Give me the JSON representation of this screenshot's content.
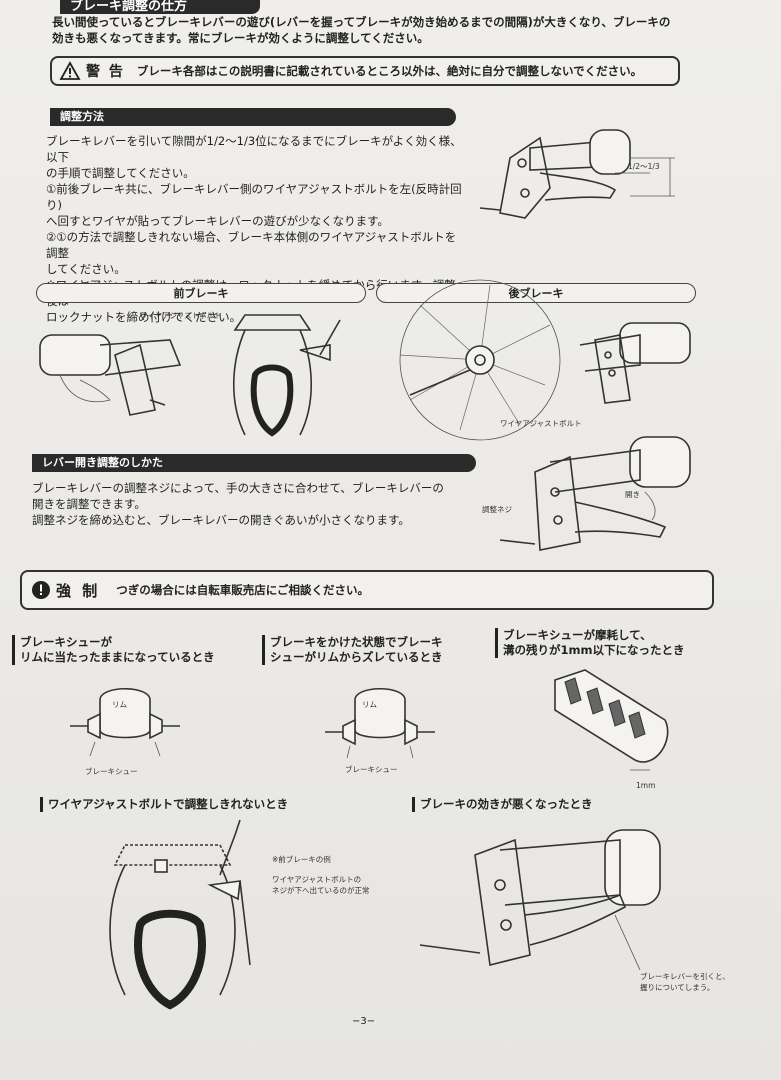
{
  "header": {
    "title": "ブレーキ調整の仕方",
    "intro_line1": "長い間使っているとブレーキレバーの遊び(レバーを握ってブレーキが効き始めるまでの間隔)が大きくなり、ブレーキの",
    "intro_line2": "効きも悪くなってきます。常にブレーキが効くように調整してください。"
  },
  "warning": {
    "title": "警 告",
    "body": "ブレーキ各部はこの説明書に記載されているところ以外は、絶対に自分で調整しないでください。"
  },
  "adjust": {
    "tag": "調整方法",
    "lines": [
      "ブレーキレバーを引いて隙間が1/2〜1/3位になるまでにブレーキがよく効く様、以下",
      "の手順で調整してください。",
      "①前後ブレーキ共に、ブレーキレバー側のワイヤアジャストボルトを左(反時計回り)",
      "へ回すとワイヤが貼ってブレーキレバーの遊びが少なくなります。",
      "②①の方法で調整しきれない場合、ブレーキ本体側のワイヤアジャストボルトを調整",
      "してください。",
      "※ワイヤアジャストボルトの調整は、ロックナットを緩めてから行います。調整後は",
      "ロックナットを締め付けてください。"
    ],
    "gap_label": "1/2〜1/3"
  },
  "front": {
    "label": "前ブレーキ",
    "bolt_label": "ワイヤアジャストボルト"
  },
  "rear": {
    "label": "後ブレーキ",
    "bolt_label": "ワイヤアジャストボルト"
  },
  "lever": {
    "tag": "レバー開き調整のしかた",
    "lines": [
      "ブレーキレバーの調整ネジによって、手の大きさに合わせて、ブレーキレバーの",
      "開きを調整できます。",
      "調整ネジを締め込むと、ブレーキレバーの開きぐあいが小さくなります。"
    ],
    "screw_label": "調整ネジ",
    "open_label": "開き"
  },
  "force": {
    "title": "強 制",
    "body": "つぎの場合には自転車販売店にご相談ください。"
  },
  "cases": {
    "c1_l1": "ブレーキシューが",
    "c1_l2": "リムに当たったままになっているとき",
    "c2_l1": "ブレーキをかけた状態でブレーキ",
    "c2_l2": "シューがリムからズレているとき",
    "c3_l1": "ブレーキシューが摩耗して、",
    "c3_l2": "溝の残りが1mm以下になったとき",
    "rim": "リム",
    "shoe": "ブレーキシュー",
    "mm": "1mm",
    "c4": "ワイヤアジャストボルトで調整しきれないとき",
    "c4_note1": "※前ブレーキの例",
    "c4_note2": "ワイヤアジャストボルトの",
    "c4_note3": "ネジが下へ出ているのが正常",
    "c5": "ブレーキの効きが悪くなったとき",
    "c5_note1": "ブレーキレバーを引くと、",
    "c5_note2": "握りについてしまう。"
  },
  "page_number": "−3−"
}
